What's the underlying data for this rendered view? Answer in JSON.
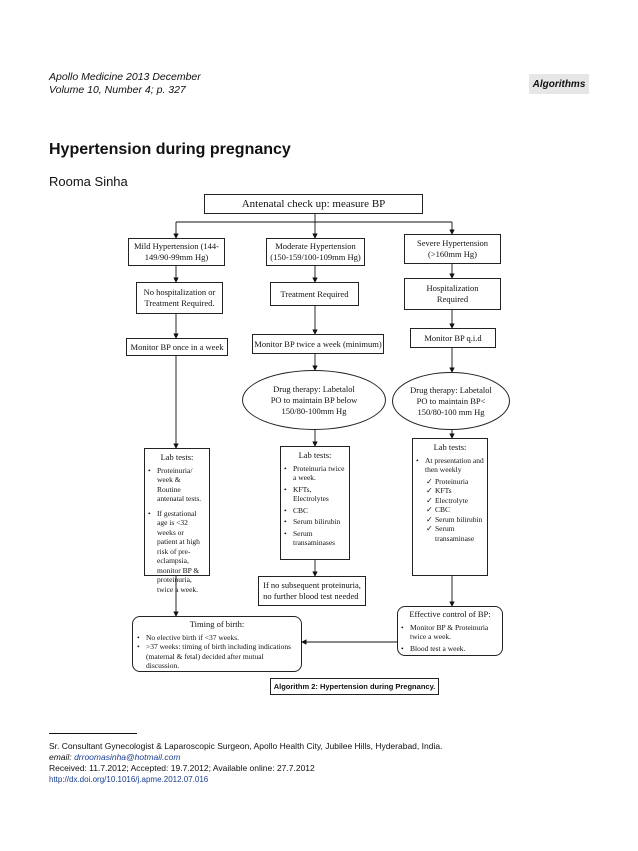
{
  "header": {
    "journal_line1": "Apollo Medicine 2013 December",
    "journal_line2": "Volume 10, Number 4; p. 327",
    "section_tag": "Algorithms"
  },
  "article": {
    "title": "Hypertension during pregnancy",
    "author": "Rooma Sinha"
  },
  "flowchart": {
    "top": "Antenatal check up: measure BP",
    "mild": {
      "class_line1": "Mild Hypertension (144-",
      "class_line2": "149/90-99mm Hg)",
      "action_line1": "No hospitalization or",
      "action_line2": "Treatment Required.",
      "monitor": "Monitor BP once in a week",
      "lab_title": "Lab tests:",
      "lab_items": [
        "Proteinuria/ week & Routine antenatal tests.",
        "If gestational age is <32 weeks or patient at high risk of pre-eclampsia, monitor BP & proteinuria, twice a week."
      ]
    },
    "moderate": {
      "class_line1": "Moderate Hypertension",
      "class_line2": "(150-159/100-109mm Hg)",
      "action": "Treatment Required",
      "monitor": "Monitor BP twice a week (minimum)",
      "drug_line1": "Drug therapy: Labetalol",
      "drug_line2": "PO to maintain BP below",
      "drug_line3": "150/80-100mm Hg",
      "lab_title": "Lab tests:",
      "lab_items": [
        "Proteinuria twice a week.",
        "KFTs, Electrolytes",
        "CBC",
        "Serum bilirubin",
        "Serum transaminases"
      ],
      "followup_line1": "If no subsequent proteinuria,",
      "followup_line2": "no further blood test needed"
    },
    "severe": {
      "class_line1": "Severe Hypertension",
      "class_line2": "(>160mm Hg)",
      "action_line1": "Hospitalization",
      "action_line2": "Required",
      "monitor": "Monitor BP q.i.d",
      "drug_line1": "Drug therapy: Labetalol",
      "drug_line2": "PO to maintain BP<",
      "drug_line3": "150/80-100 mm Hg",
      "lab_title": "Lab tests:",
      "lab_intro": "At presentation and then weekly",
      "lab_checks": [
        "Proteinuria",
        "KFTs",
        "Electrolyte",
        "CBC",
        "Serum bilirubin",
        "Serum transaminase"
      ],
      "control_title": "Effective control of BP:",
      "control_items": [
        "Monitor BP & Proteinuria twice a week.",
        "Blood test a week."
      ]
    },
    "birth": {
      "title": "Timing of birth:",
      "items": [
        "No elective birth if <37 weeks.",
        ">37 weeks: timing of birth including indications (maternal & fetal) decided after mutual discussion."
      ]
    },
    "caption": "Algorithm 2: Hypertension during Pregnancy."
  },
  "footer": {
    "affiliation": "Sr. Consultant Gynecologist & Laparoscopic Surgeon, Apollo Health City, Jubilee Hills, Hyderabad, India.",
    "email_label": "email:",
    "email": "drroomasinha@hotmail.com",
    "dates": "Received: 11.7.2012; Accepted: 19.7.2012; Available online: 27.7.2012",
    "doi": "http://dx.doi.org/10.1016/j.apme.2012.07.016"
  }
}
